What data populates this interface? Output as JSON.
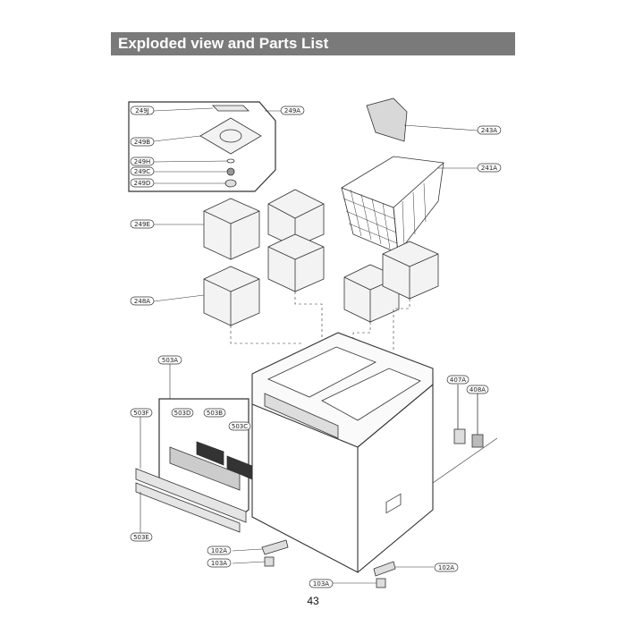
{
  "header": {
    "title": "Exploded view and Parts List"
  },
  "page_number": "43",
  "callouts": {
    "c249J": "249J",
    "c249A": "249A",
    "c249B": "249B",
    "c249H": "249H",
    "c249C": "249C",
    "c249D": "249D",
    "c249E": "249E",
    "c248A": "248A",
    "c243A": "243A",
    "c241A": "241A",
    "c503A": "503A",
    "c503F": "503F",
    "c503D": "503D",
    "c503B": "503B",
    "c503C": "503C",
    "c503E": "503E",
    "c407A": "407A",
    "c408A": "408A",
    "c102A_left": "102A",
    "c103A_left": "103A",
    "c103A_right": "103A",
    "c102A_right": "102A"
  }
}
